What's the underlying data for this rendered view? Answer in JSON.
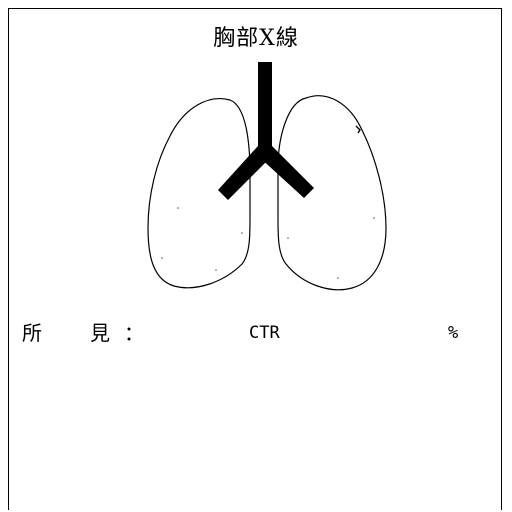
{
  "form": {
    "title": "胸部X線",
    "findings_label": "所　見：",
    "ctr_label": "CTR",
    "ctr_unit": "%"
  },
  "diagram": {
    "icon": "lungs-icon",
    "stroke_color": "#000000"
  }
}
